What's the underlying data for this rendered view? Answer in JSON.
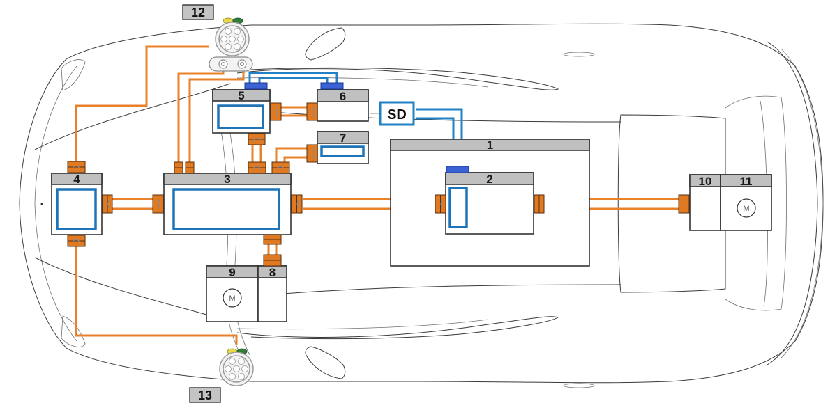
{
  "diagram": {
    "title": "Electric vehicle high-voltage system layout (top view)",
    "colors": {
      "high_voltage_line": "#e8822a",
      "low_voltage_line": "#2280c4",
      "connector": "#e07a22",
      "signal_plug": "#3b63d6",
      "component_header": "#c0c0c0",
      "inner_module": "#1f73b7"
    },
    "components": [
      {
        "id": "1",
        "label": "1",
        "has_inner_module": false,
        "has_motor": false
      },
      {
        "id": "2",
        "label": "2",
        "has_inner_module": true,
        "has_motor": false
      },
      {
        "id": "3",
        "label": "3",
        "has_inner_module": true,
        "has_motor": false
      },
      {
        "id": "4",
        "label": "4",
        "has_inner_module": true,
        "has_motor": false
      },
      {
        "id": "5",
        "label": "5",
        "has_inner_module": true,
        "has_motor": false
      },
      {
        "id": "6",
        "label": "6",
        "has_inner_module": false,
        "has_motor": false
      },
      {
        "id": "7",
        "label": "7",
        "has_inner_module": true,
        "has_motor": false
      },
      {
        "id": "8",
        "label": "8",
        "has_inner_module": false,
        "has_motor": false
      },
      {
        "id": "9",
        "label": "9",
        "has_inner_module": false,
        "has_motor": true
      },
      {
        "id": "10",
        "label": "10",
        "has_inner_module": false,
        "has_motor": false
      },
      {
        "id": "11",
        "label": "11",
        "has_inner_module": false,
        "has_motor": true
      }
    ],
    "motor_symbol": "M",
    "service_disconnect": {
      "label": "SD"
    },
    "charging_ports": [
      {
        "id": "12",
        "label": "12",
        "position": "top"
      },
      {
        "id": "13",
        "label": "13",
        "position": "bottom"
      }
    ],
    "connections": [
      {
        "from": "12",
        "to": "4",
        "type": "high-voltage"
      },
      {
        "from": "12",
        "to": "3",
        "type": "high-voltage",
        "note": "two lines from DC pins"
      },
      {
        "from": "4",
        "to": "3",
        "type": "high-voltage"
      },
      {
        "from": "4",
        "to": "13",
        "type": "high-voltage"
      },
      {
        "from": "3",
        "to": "2",
        "type": "high-voltage"
      },
      {
        "from": "3",
        "to": "5",
        "type": "high-voltage"
      },
      {
        "from": "3",
        "to": "7",
        "type": "high-voltage"
      },
      {
        "from": "3",
        "to": "8",
        "type": "high-voltage"
      },
      {
        "from": "5",
        "to": "6",
        "type": "high-voltage"
      },
      {
        "from": "2",
        "to": "10",
        "type": "high-voltage"
      },
      {
        "from": "5",
        "to": "6",
        "type": "low-voltage-interlock"
      },
      {
        "from": "SD",
        "to": "2",
        "type": "low-voltage-interlock"
      }
    ]
  }
}
